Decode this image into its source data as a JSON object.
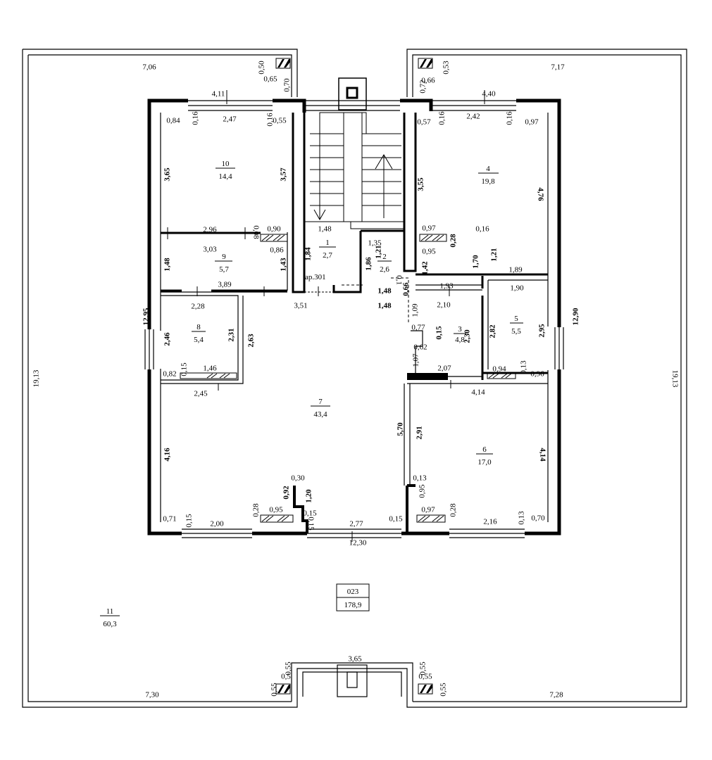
{
  "plan_code": "023",
  "total_area": "178,9",
  "stair_mark": "ар.301",
  "rooms": [
    {
      "id": "r1",
      "num": "1",
      "area": "2,7"
    },
    {
      "id": "r2",
      "num": "2",
      "area": "2,6"
    },
    {
      "id": "r3",
      "num": "3",
      "area": "4,8"
    },
    {
      "id": "r4",
      "num": "4",
      "area": "19,8"
    },
    {
      "id": "r5",
      "num": "5",
      "area": "5,5"
    },
    {
      "id": "r6",
      "num": "6",
      "area": "17,0"
    },
    {
      "id": "r7",
      "num": "7",
      "area": "43,4"
    },
    {
      "id": "r8",
      "num": "8",
      "area": "5,4"
    },
    {
      "id": "r9",
      "num": "9",
      "area": "5,7"
    },
    {
      "id": "r10",
      "num": "10",
      "area": "14,4"
    },
    {
      "id": "r11",
      "num": "11",
      "area": "60,3"
    }
  ],
  "dimensions": [
    {
      "t": "7,06"
    },
    {
      "t": "7,17"
    },
    {
      "t": "7,30"
    },
    {
      "t": "7,28"
    },
    {
      "t": "19,13"
    },
    {
      "t": "19,13"
    },
    {
      "t": "12,95"
    },
    {
      "t": "12,90"
    },
    {
      "t": "0,50"
    },
    {
      "t": "0,65"
    },
    {
      "t": "0,70"
    },
    {
      "t": "4,11"
    },
    {
      "t": "0,84"
    },
    {
      "t": "0,16"
    },
    {
      "t": "2,47"
    },
    {
      "t": "0,16"
    },
    {
      "t": "0,55"
    },
    {
      "t": "0,72"
    },
    {
      "t": "0,66"
    },
    {
      "t": "0,53"
    },
    {
      "t": "4,40"
    },
    {
      "t": "0,57"
    },
    {
      "t": "0,16"
    },
    {
      "t": "2,42"
    },
    {
      "t": "0,16"
    },
    {
      "t": "0,97"
    },
    {
      "t": "3,65"
    },
    {
      "t": "3,57"
    },
    {
      "t": "2,96"
    },
    {
      "t": "0,08"
    },
    {
      "t": "0,90"
    },
    {
      "t": "3,03"
    },
    {
      "t": "0,86"
    },
    {
      "t": "1,48"
    },
    {
      "t": "1,43"
    },
    {
      "t": "3,89"
    },
    {
      "t": "1,48"
    },
    {
      "t": "1,84"
    },
    {
      "t": "1,35"
    },
    {
      "t": "1,86"
    },
    {
      "t": "1,21"
    },
    {
      "t": "1,42"
    },
    {
      "t": "0,1"
    },
    {
      "t": "0,66"
    },
    {
      "t": "1,48"
    },
    {
      "t": "1,48"
    },
    {
      "t": "3,51"
    },
    {
      "t": "3,55"
    },
    {
      "t": "4,76"
    },
    {
      "t": "0,97"
    },
    {
      "t": "0,28"
    },
    {
      "t": "0,16"
    },
    {
      "t": "0,95"
    },
    {
      "t": "1,70"
    },
    {
      "t": "1,21"
    },
    {
      "t": "1,89"
    },
    {
      "t": "1,93"
    },
    {
      "t": "1,90"
    },
    {
      "t": "2,10"
    },
    {
      "t": "2,28"
    },
    {
      "t": "2,46"
    },
    {
      "t": "2,31"
    },
    {
      "t": "2,63"
    },
    {
      "t": "0,82"
    },
    {
      "t": "0,15"
    },
    {
      "t": "1,46"
    },
    {
      "t": "2,45"
    },
    {
      "t": "1,09"
    },
    {
      "t": "0,77"
    },
    {
      "t": "0,15"
    },
    {
      "t": "0,62"
    },
    {
      "t": "2,30"
    },
    {
      "t": "2,82"
    },
    {
      "t": "2,95"
    },
    {
      "t": "1,07"
    },
    {
      "t": "2,07"
    },
    {
      "t": "0,94"
    },
    {
      "t": "0,13"
    },
    {
      "t": "0,96"
    },
    {
      "t": "4,14"
    },
    {
      "t": "4,16"
    },
    {
      "t": "5,70"
    },
    {
      "t": "2,91"
    },
    {
      "t": "4,14"
    },
    {
      "t": "0,30"
    },
    {
      "t": "0,92"
    },
    {
      "t": "1,20"
    },
    {
      "t": "0,28"
    },
    {
      "t": "0,95"
    },
    {
      "t": "0,15"
    },
    {
      "t": "0,15"
    },
    {
      "t": "0,71"
    },
    {
      "t": "0,15"
    },
    {
      "t": "2,00"
    },
    {
      "t": "0,13"
    },
    {
      "t": "0,95"
    },
    {
      "t": "0,97"
    },
    {
      "t": "0,28"
    },
    {
      "t": "2,77"
    },
    {
      "t": "0,15"
    },
    {
      "t": "2,16"
    },
    {
      "t": "0,13"
    },
    {
      "t": "0,70"
    },
    {
      "t": "12,30"
    },
    {
      "t": "0,55"
    },
    {
      "t": "0,55"
    },
    {
      "t": "0,5"
    },
    {
      "t": "3,65"
    },
    {
      "t": "0,55"
    },
    {
      "t": "0,55"
    },
    {
      "t": "0,55"
    }
  ]
}
